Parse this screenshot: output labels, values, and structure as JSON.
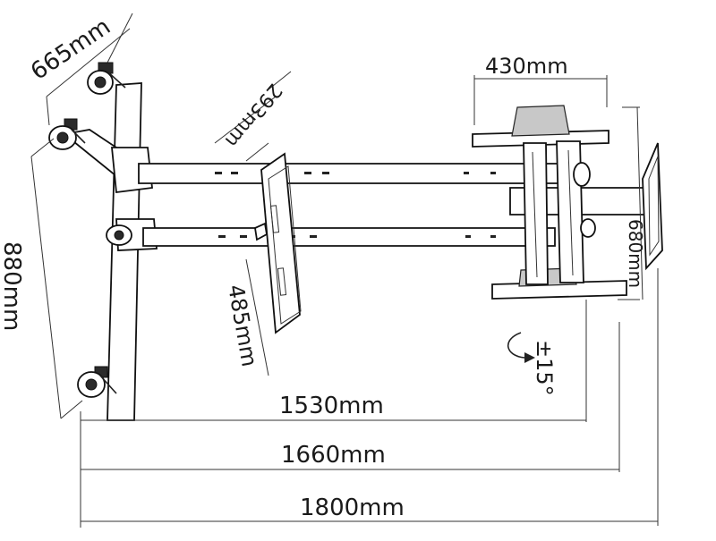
{
  "dimensions": {
    "base_width": "665mm",
    "base_length": "880mm",
    "plate_width": "293mm",
    "plate_height": "485mm",
    "mount_width": "430mm",
    "mount_height": "680mm",
    "tilt": "±15°",
    "length_1": "1530mm",
    "length_2": "1660mm",
    "length_3": "1800mm"
  },
  "colors": {
    "line": "#222222",
    "background": "#ffffff"
  },
  "icons": {
    "rotation": "rotate-arrow-icon"
  }
}
